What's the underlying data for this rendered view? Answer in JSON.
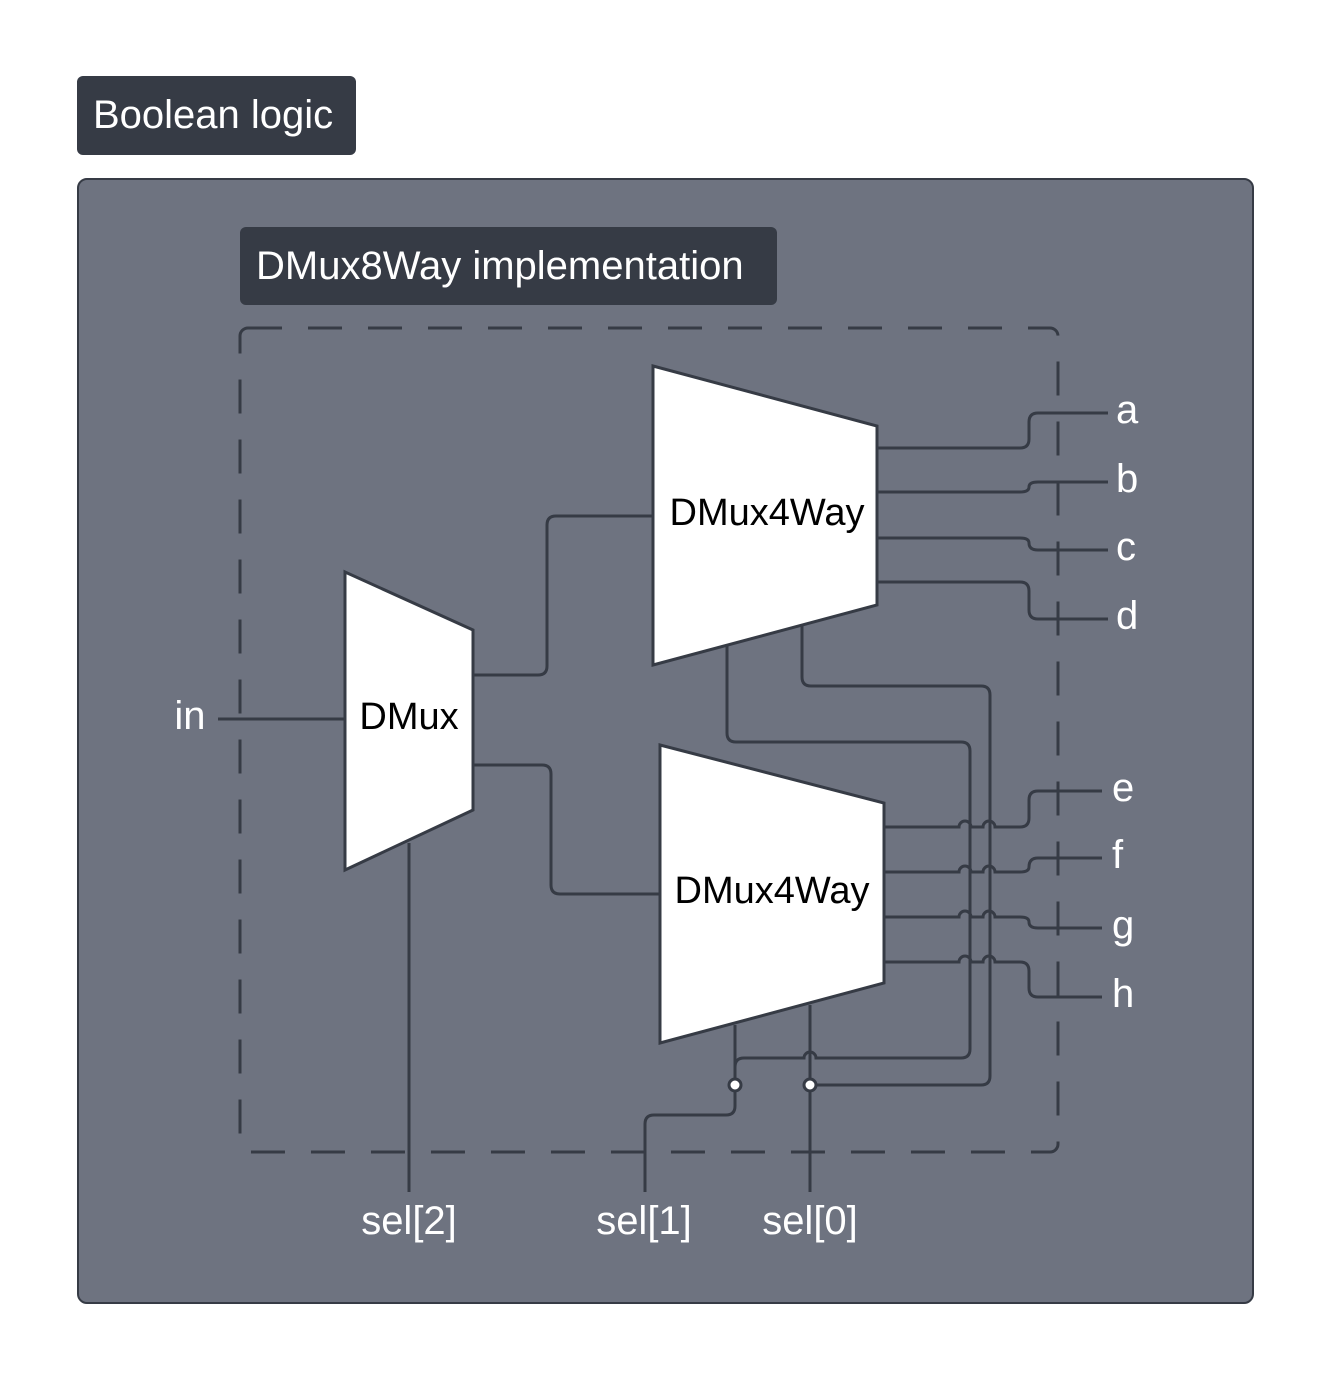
{
  "outer_title": "Boolean logic",
  "inner_title": "DMux8Way implementation",
  "blocks": {
    "dmux": "DMux",
    "dmux4way_top": "DMux4Way",
    "dmux4way_bottom": "DMux4Way"
  },
  "inputs": {
    "in": "in",
    "sel2": "sel[2]",
    "sel1": "sel[1]",
    "sel0": "sel[0]"
  },
  "outputs": [
    "a",
    "b",
    "c",
    "d",
    "e",
    "f",
    "g",
    "h"
  ],
  "colors": {
    "panel": "#6e7380",
    "tag": "#363b45",
    "wire": "#363b45",
    "block": "#ffffff"
  }
}
